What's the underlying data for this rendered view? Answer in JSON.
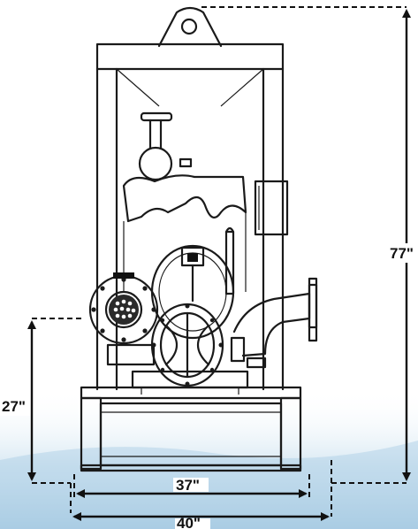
{
  "dimensions": {
    "height_total": "77\"",
    "height_base": "27\"",
    "width_inner": "37\"",
    "width_outer": "40\""
  },
  "colors": {
    "ink": "#1a1a1a",
    "background": "#ffffff",
    "water_tint": "#b9d7ea"
  },
  "icons": {
    "arrow": "arrowhead"
  }
}
